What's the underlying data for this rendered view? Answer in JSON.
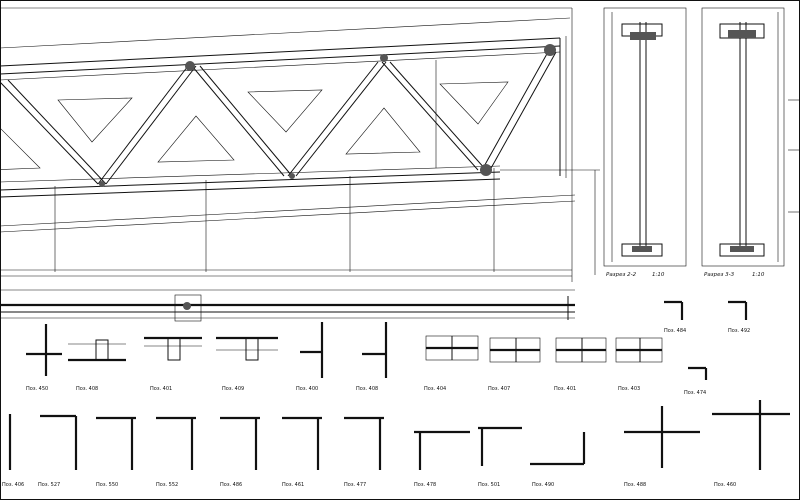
{
  "truss": {
    "sections": [
      {
        "name": "Разрез 2-2",
        "scale": "1:10"
      },
      {
        "name": "Разрез 3-3",
        "scale": "1:10"
      }
    ]
  },
  "detail_row1": [
    {
      "no": "Поз. 450"
    },
    {
      "no": "Поз. 408"
    },
    {
      "no": "Поз. 401"
    },
    {
      "no": "Поз. 409"
    },
    {
      "no": "Поз. 400"
    },
    {
      "no": "Поз. 408"
    },
    {
      "no": "Поз. 404"
    },
    {
      "no": "Поз. 407"
    },
    {
      "no": "Поз. 401"
    },
    {
      "no": "Поз. 403"
    }
  ],
  "detail_right": [
    {
      "no": "Поз. 484"
    },
    {
      "no": "Поз. 492"
    },
    {
      "no": "Поз. 474"
    }
  ],
  "detail_row2": [
    {
      "no": "Поз. 406"
    },
    {
      "no": "Поз. 527"
    },
    {
      "no": "Поз. 550"
    },
    {
      "no": "Поз. 552"
    },
    {
      "no": "Поз. 486"
    },
    {
      "no": "Поз. 461"
    },
    {
      "no": "Поз. 477"
    },
    {
      "no": "Поз. 478"
    },
    {
      "no": "Поз. 501"
    },
    {
      "no": "Поз. 490"
    },
    {
      "no": "Поз. 488"
    },
    {
      "no": "Поз. 460"
    }
  ]
}
